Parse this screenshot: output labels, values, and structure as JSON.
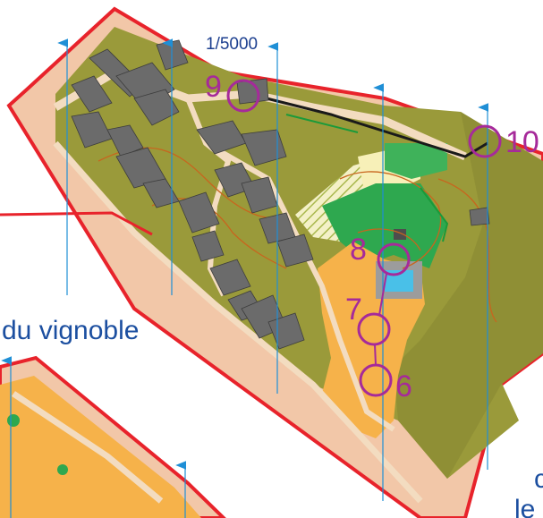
{
  "map": {
    "scale_label": "1/5000",
    "area_label": "du vignoble",
    "corner_label_1": "c",
    "corner_label_2": "le",
    "controls": [
      {
        "id": "control-9",
        "number": "9"
      },
      {
        "id": "control-10",
        "number": "10"
      },
      {
        "id": "control-8",
        "number": "8"
      },
      {
        "id": "control-7",
        "number": "7"
      },
      {
        "id": "control-6",
        "number": "6"
      }
    ],
    "colors": {
      "boundary": "#e8232b",
      "terrain": "#9a9a3a",
      "open_land": "#f6b24a",
      "forest": "#2ea84f",
      "building": "#6b6b6b",
      "path": "#f3dcc0",
      "north_lines": "#1f8fd6",
      "control_circle": "#a62a9a"
    }
  }
}
